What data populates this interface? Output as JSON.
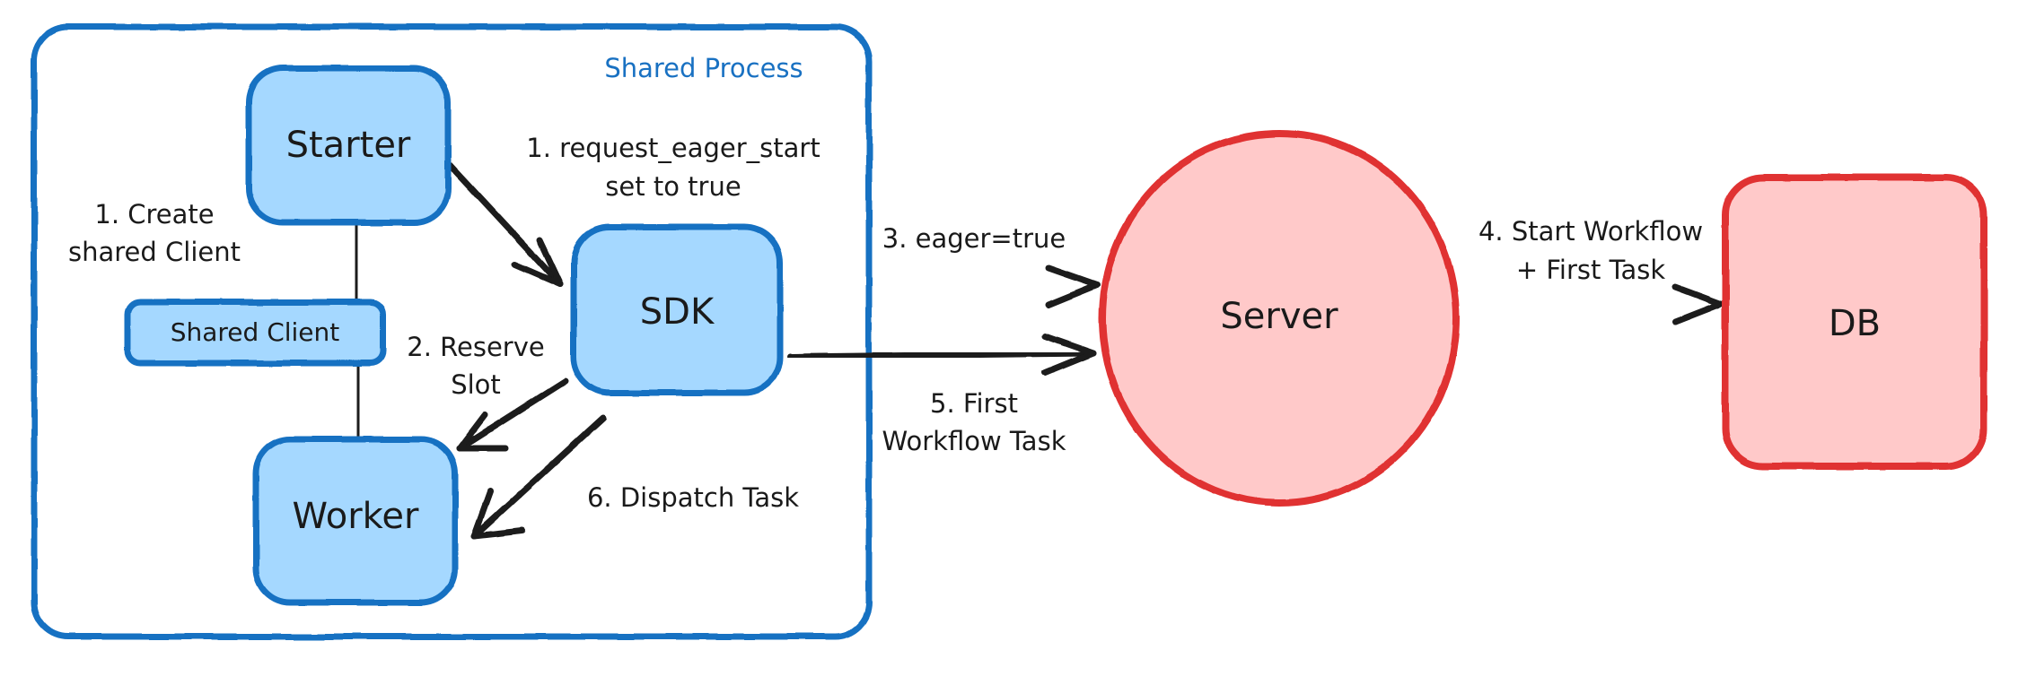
{
  "diagram": {
    "title": "Eager Workflow Start sequence",
    "background": "#ffffff",
    "colors": {
      "blue_fill": "#A5D8FF",
      "blue_stroke": "#1971C2",
      "red_fill": "#FFC9C9",
      "red_stroke": "#E03131",
      "arrow": "#1A1A1A",
      "text": "#1A1A1A"
    }
  },
  "groups": [
    {
      "id": "shared-process",
      "label": "Shared Process",
      "shape": "rounded-rect",
      "stroke": "#1971C2",
      "fill": "transparent"
    }
  ],
  "nodes": [
    {
      "id": "starter",
      "label": "Starter",
      "shape": "rounded-rect",
      "fill": "#A5D8FF",
      "stroke": "#1971C2"
    },
    {
      "id": "shared-client",
      "label": "Shared Client",
      "shape": "rounded-rect",
      "fill": "#A5D8FF",
      "stroke": "#1971C2"
    },
    {
      "id": "worker",
      "label": "Worker",
      "shape": "rounded-rect",
      "fill": "#A5D8FF",
      "stroke": "#1971C2"
    },
    {
      "id": "sdk",
      "label": "SDK",
      "shape": "rounded-rect",
      "fill": "#A5D8FF",
      "stroke": "#1971C2"
    },
    {
      "id": "server",
      "label": "Server",
      "shape": "ellipse",
      "fill": "#FFC9C9",
      "stroke": "#E03131"
    },
    {
      "id": "db",
      "label": "DB",
      "shape": "rounded-rect",
      "fill": "#FFC9C9",
      "stroke": "#E03131"
    }
  ],
  "edges": [
    {
      "id": "e1",
      "from": "starter",
      "to": "shared-client",
      "label": "1. Create\nshared Client",
      "label_lines": [
        "1. Create",
        "shared Client"
      ],
      "arrowhead": false
    },
    {
      "id": "e2",
      "from": "shared-client",
      "to": "worker",
      "label": "",
      "label_lines": [],
      "arrowhead": false
    },
    {
      "id": "e3",
      "from": "starter",
      "to": "sdk",
      "label": "1. request_eager_start\nset to true",
      "label_lines": [
        "1. request_eager_start",
        "set to true"
      ],
      "arrowhead": true
    },
    {
      "id": "e4",
      "from": "sdk",
      "to": "worker",
      "label": "2. Reserve\nSlot",
      "label_lines": [
        "2. Reserve",
        "Slot"
      ],
      "arrowhead": true
    },
    {
      "id": "e5",
      "from": "sdk",
      "to": "server",
      "label": "3. eager=true",
      "label_lines": [
        "3. eager=true"
      ],
      "arrowhead": true
    },
    {
      "id": "e6",
      "from": "server",
      "to": "db",
      "label": "4. Start Workflow\n+ First Task",
      "label_lines": [
        "4. Start Workflow",
        "+ First Task"
      ],
      "arrowhead": true
    },
    {
      "id": "e7",
      "from": "server",
      "to": "sdk",
      "label": "5. First\nWorkflow Task",
      "label_lines": [
        "5. First",
        "Workflow Task"
      ],
      "arrowhead": true
    },
    {
      "id": "e8",
      "from": "sdk",
      "to": "worker",
      "label": "6. Dispatch Task",
      "label_lines": [
        "6. Dispatch Task"
      ],
      "arrowhead": true
    }
  ],
  "labels": {
    "shared_process": "Shared Process",
    "starter": "Starter",
    "shared_client": "Shared Client",
    "worker": "Worker",
    "sdk": "SDK",
    "server": "Server",
    "db": "DB",
    "e1_l1": "1. Create",
    "e1_l2": "shared Client",
    "e3_l1": "1. request_eager_start",
    "e3_l2": "set to true",
    "e4_l1": "2. Reserve",
    "e4_l2": "Slot",
    "e5_l1": "3. eager=true",
    "e6_l1": "4. Start Workflow",
    "e6_l2": "+ First Task",
    "e7_l1": "5. First",
    "e7_l2": "Workflow Task",
    "e8_l1": "6. Dispatch Task"
  }
}
